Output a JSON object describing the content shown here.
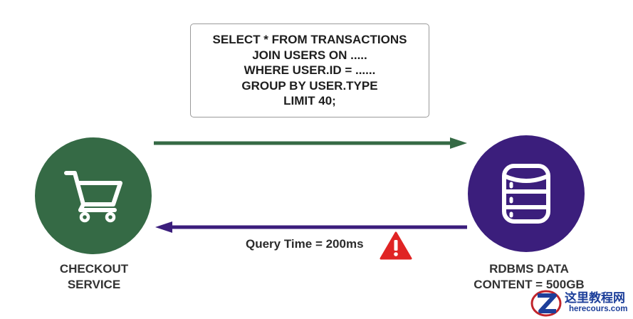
{
  "query": {
    "lines": [
      "SELECT * FROM TRANSACTIONS",
      "JOIN USERS ON .....",
      "WHERE USER.ID = ......",
      "GROUP BY USER.TYPE",
      "LIMIT 40;"
    ]
  },
  "checkout": {
    "label_line1": "CHECKOUT",
    "label_line2": "SERVICE",
    "icon": "shopping-cart-icon",
    "color": "#356a45"
  },
  "database": {
    "label_line1": "RDBMS DATA",
    "label_line2": "CONTENT = 500GB",
    "icon": "database-icon",
    "color": "#3b1e7c"
  },
  "request_arrow": {
    "color": "#356a45"
  },
  "response_arrow": {
    "color": "#3b1e7c",
    "label": "Query Time = 200ms",
    "icon": "warning-icon",
    "icon_color": "#e02424"
  },
  "watermark": {
    "title": "这里教程网",
    "url": "herecours.com",
    "icon": "z-logo-icon"
  }
}
